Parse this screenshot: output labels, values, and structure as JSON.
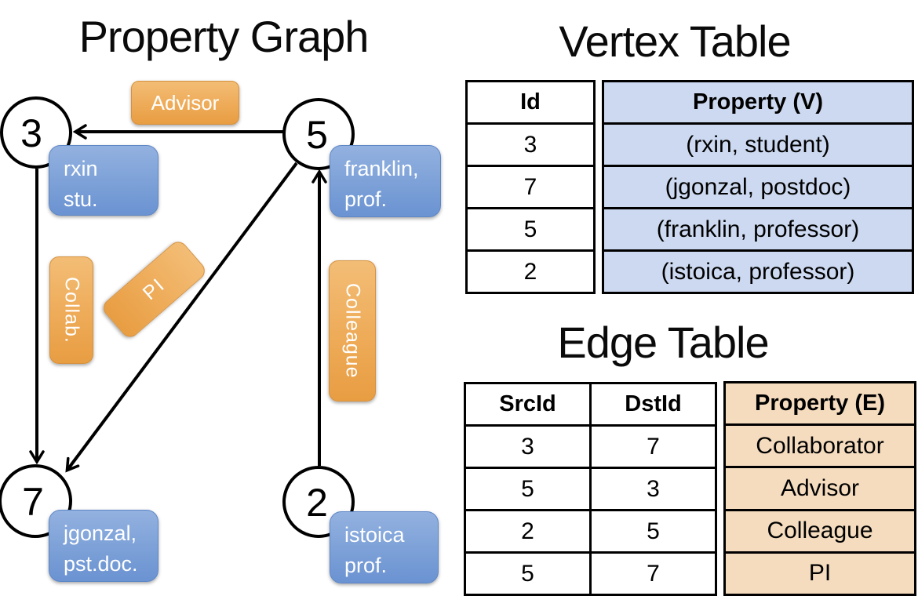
{
  "titles": {
    "property_graph": "Property Graph",
    "vertex_table": "Vertex Table",
    "edge_table": "Edge Table"
  },
  "colors": {
    "orange_pill": "#EEAB58",
    "blue_pill": "#7EA2D8",
    "vertex_cell_bg": "#CCD9F0",
    "edge_cell_bg": "#F5DCBE",
    "edge_line": "#000000"
  },
  "graph": {
    "nodes": [
      {
        "id": "3",
        "label_lines": [
          "rxin",
          "stu."
        ]
      },
      {
        "id": "5",
        "label_lines": [
          "franklin,",
          "prof."
        ]
      },
      {
        "id": "7",
        "label_lines": [
          "jgonzal,",
          "pst.doc."
        ]
      },
      {
        "id": "2",
        "label_lines": [
          "istoica",
          "prof."
        ]
      }
    ],
    "edge_labels": {
      "advisor": "Advisor",
      "collab": "Collab.",
      "pi": "PI",
      "colleague": "Colleague"
    }
  },
  "vertex_table": {
    "headers": [
      "Id",
      "Property (V)"
    ],
    "rows": [
      [
        "3",
        "(rxin, student)"
      ],
      [
        "7",
        "(jgonzal, postdoc)"
      ],
      [
        "5",
        "(franklin, professor)"
      ],
      [
        "2",
        "(istoica, professor)"
      ]
    ]
  },
  "edge_table": {
    "headers": [
      "SrcId",
      "DstId",
      "Property (E)"
    ],
    "rows": [
      [
        "3",
        "7",
        "Collaborator"
      ],
      [
        "5",
        "3",
        "Advisor"
      ],
      [
        "2",
        "5",
        "Colleague"
      ],
      [
        "5",
        "7",
        "PI"
      ]
    ]
  }
}
